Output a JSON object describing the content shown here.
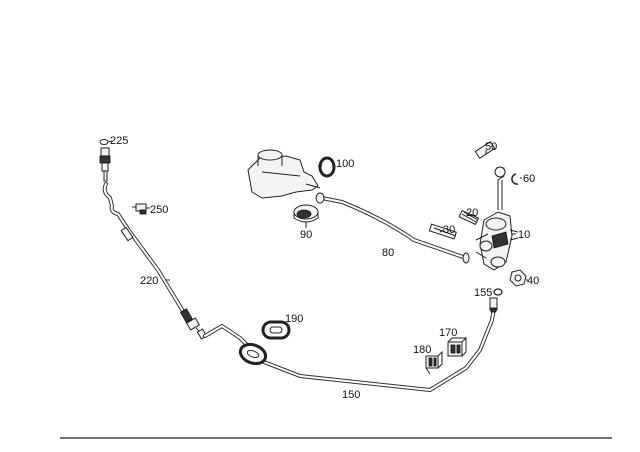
{
  "diagram": {
    "labels": {
      "p10": "10",
      "p20": "20",
      "p30": "30",
      "p40": "40",
      "p50": "50",
      "p60": "60",
      "p80": "80",
      "p90": "90",
      "p100": "100",
      "p150": "150",
      "p155": "155",
      "p170": "170",
      "p180": "180",
      "p190": "190",
      "p220": "220",
      "p225": "225",
      "p250": "250"
    }
  }
}
